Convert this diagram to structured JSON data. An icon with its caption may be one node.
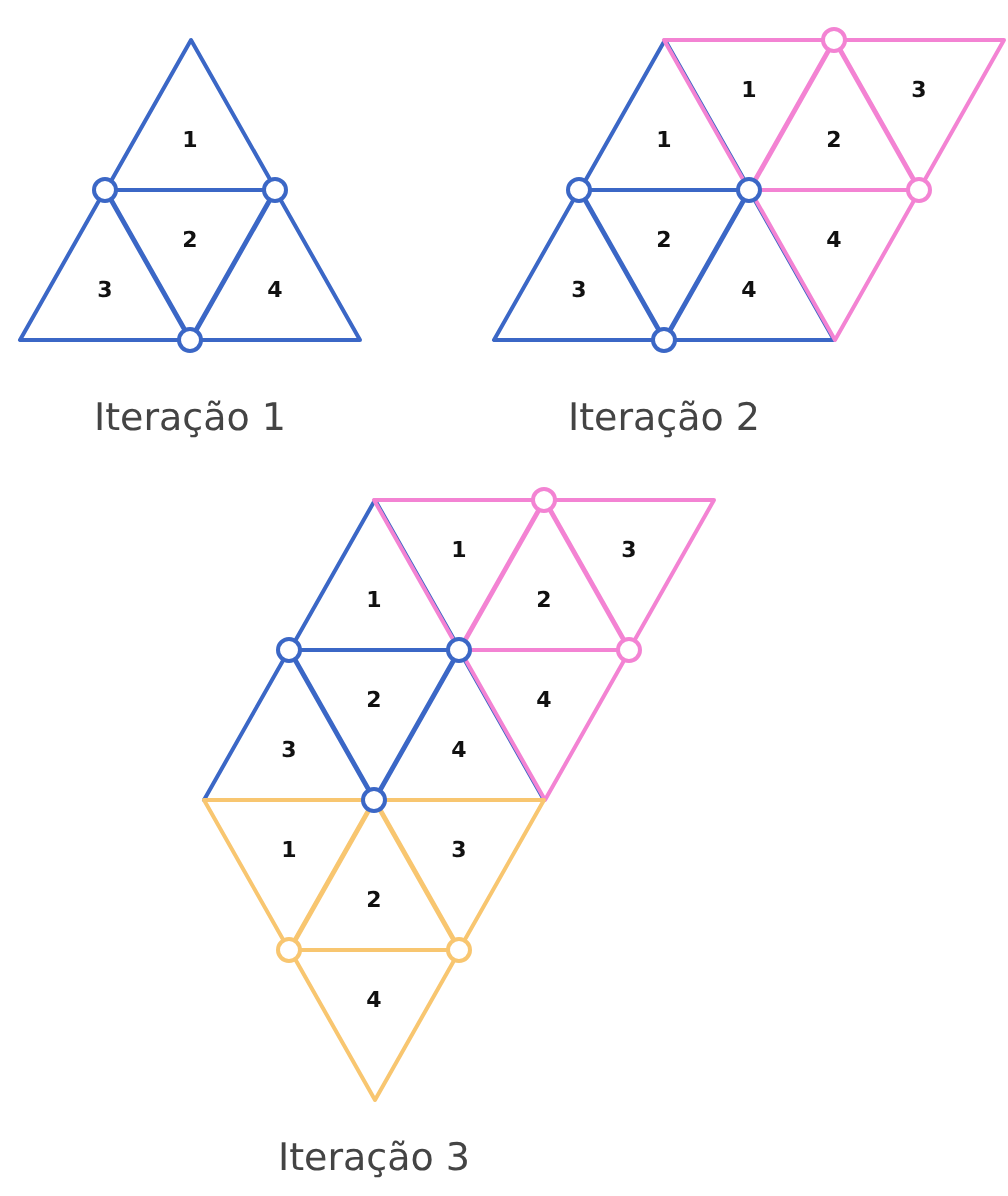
{
  "diagram": {
    "nodes": [
      {
        "text": [
          "1"
        ]
      },
      {
        "text": [
          "2"
        ]
      },
      {
        "text": [
          "3"
        ]
      },
      {
        "text": [
          "4"
        ]
      },
      {
        "text": [
          "1"
        ]
      },
      {
        "text": [
          "2"
        ]
      },
      {
        "text": [
          "3"
        ]
      },
      {
        "text": [
          "4"
        ]
      },
      {
        "text": [
          "1"
        ]
      },
      {
        "text": [
          "2"
        ]
      },
      {
        "text": [
          "3"
        ]
      },
      {
        "text": [
          "4"
        ]
      },
      {
        "text": [
          "1"
        ]
      },
      {
        "text": [
          "2"
        ]
      },
      {
        "text": [
          "3"
        ]
      },
      {
        "text": [
          "4"
        ]
      },
      {
        "text": [
          "1"
        ]
      },
      {
        "text": [
          "2"
        ]
      },
      {
        "text": [
          "3"
        ]
      },
      {
        "text": [
          "4"
        ]
      },
      {
        "text": [
          "1"
        ]
      },
      {
        "text": [
          "2"
        ]
      },
      {
        "text": [
          "3"
        ]
      },
      {
        "text": [
          "4"
        ]
      }
    ],
    "labels": [
      "Iteração 1",
      "Iteração 2",
      "Iteração 3"
    ]
  }
}
